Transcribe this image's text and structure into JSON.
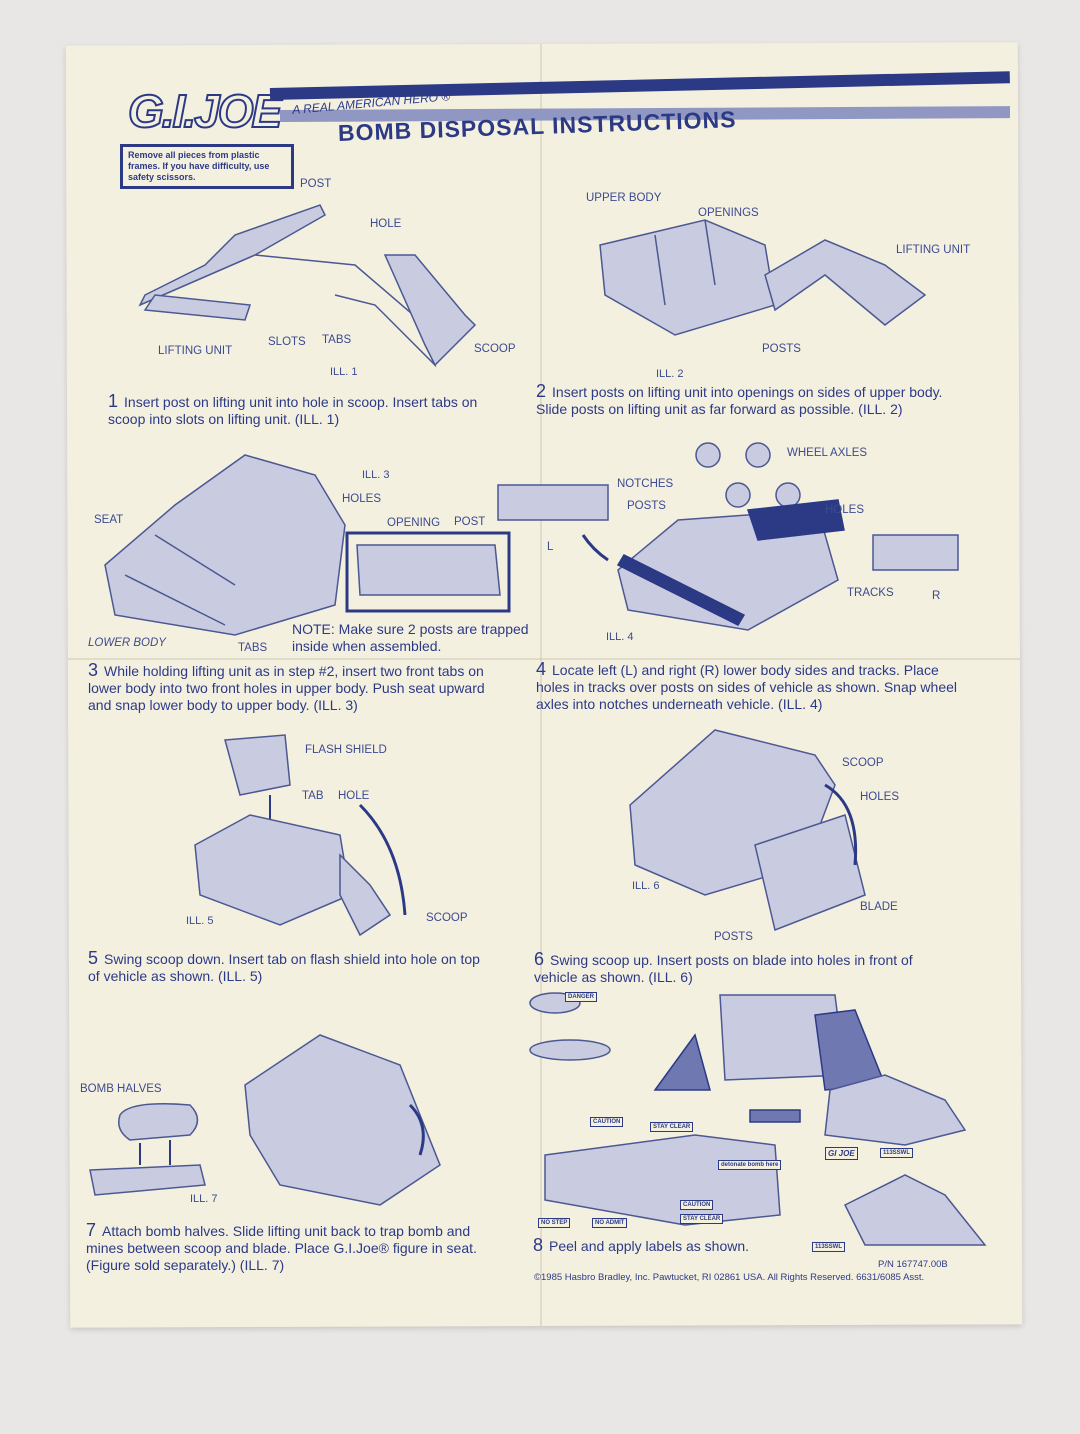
{
  "header": {
    "logo_text": "G.I.JOE",
    "tagline": "A REAL AMERICAN HERO ®",
    "title": "BOMB DISPOSAL INSTRUCTIONS",
    "note": "Remove all pieces from plastic frames. If you have difficulty, use safety scissors."
  },
  "ill1": {
    "label": "ILL. 1",
    "callouts": [
      "POST",
      "HOLE",
      "LIFTING UNIT",
      "SLOTS",
      "TABS",
      "SCOOP"
    ]
  },
  "ill2": {
    "label": "ILL. 2",
    "callouts": [
      "UPPER BODY",
      "OPENINGS",
      "LIFTING UNIT",
      "POSTS"
    ]
  },
  "ill3": {
    "label": "ILL. 3",
    "callouts": [
      "HOLES",
      "SEAT",
      "OPENING",
      "POST",
      "LOWER BODY",
      "TABS"
    ],
    "note": "NOTE: Make sure 2 posts are trapped inside when assembled."
  },
  "ill4": {
    "label": "ILL. 4",
    "callouts": [
      "WHEEL AXLES",
      "NOTCHES",
      "POSTS",
      "HOLES",
      "L",
      "TRACKS",
      "R"
    ]
  },
  "ill5": {
    "label": "ILL. 5",
    "callouts": [
      "FLASH SHIELD",
      "TAB",
      "HOLE",
      "SCOOP"
    ]
  },
  "ill6": {
    "label": "ILL. 6",
    "callouts": [
      "SCOOP",
      "HOLES",
      "BLADE",
      "POSTS"
    ]
  },
  "ill7": {
    "label": "ILL. 7",
    "callouts": [
      "BOMB HALVES"
    ]
  },
  "steps": [
    {
      "n": "1",
      "text": "Insert post on lifting unit into hole in scoop. Insert tabs on scoop into slots on lifting unit. (ILL. 1)"
    },
    {
      "n": "2",
      "text": "Insert posts on lifting unit into openings on sides of upper body. Slide posts on lifting unit as far forward as possible. (ILL. 2)"
    },
    {
      "n": "3",
      "text": "While holding lifting unit as in step #2, insert two front tabs on lower body into two front holes in upper body. Push seat upward and snap lower body to upper body. (ILL. 3)"
    },
    {
      "n": "4",
      "text": "Locate left (L) and right (R) lower body sides and tracks. Place holes in tracks over posts on sides of vehicle as shown. Snap wheel axles into notches underneath vehicle. (ILL. 4)"
    },
    {
      "n": "5",
      "text": "Swing scoop down. Insert tab on flash shield into hole on top of vehicle as shown. (ILL. 5)"
    },
    {
      "n": "6",
      "text": "Swing scoop up. Insert posts on blade into holes in front of vehicle as shown. (ILL. 6)"
    },
    {
      "n": "7",
      "text": "Attach bomb halves. Slide lifting unit back to trap bomb and mines between scoop and blade. Place G.I.Joe® figure in seat. (Figure sold separately.) (ILL. 7)"
    },
    {
      "n": "8",
      "text": "Peel and apply labels as shown."
    }
  ],
  "decals": [
    "DANGER",
    "CAUTION",
    "STAY CLEAR",
    "NO STEP",
    "NO ADMIT",
    "CAUTION",
    "STAY CLEAR",
    "GI JOE",
    "113SSWL",
    "113SSWL",
    "detonate bomb here"
  ],
  "footer": {
    "part_number": "P/N 167747.00B",
    "copyright": "©1985 Hasbro Bradley, Inc. Pawtucket, RI 02861 USA. All Rights Reserved. 6631/6085 Asst."
  }
}
